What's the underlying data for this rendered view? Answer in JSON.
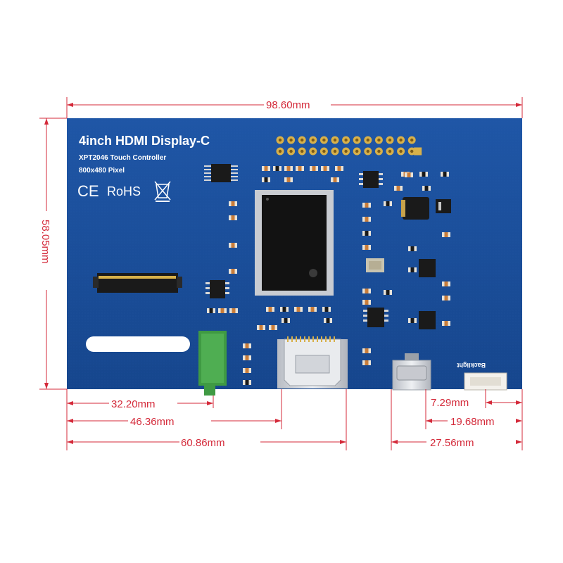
{
  "board": {
    "title": "4inch HDMI Display-C",
    "subtitle_1": "XPT2046 Touch Controller",
    "subtitle_2": "800x480 Pixel",
    "cert_ce": "CE",
    "cert_rohs": "RoHS",
    "backlight_label": "Backlight"
  },
  "dimensions": {
    "width": "98.60mm",
    "height": "58.05mm",
    "audio_offset": "32.20mm",
    "hdmi_left_offset": "46.36mm",
    "hdmi_right_offset": "60.86mm",
    "backlight_offset": "7.29mm",
    "usb_right_offset": "19.68mm",
    "usb_left_offset": "27.56mm"
  },
  "colors": {
    "board": "#1c4f9c",
    "dimension_line": "#d42a3a",
    "pin_gold": "#d8b14a",
    "chip_black": "#1a1a1a",
    "audio_jack": "#3f9a43"
  }
}
